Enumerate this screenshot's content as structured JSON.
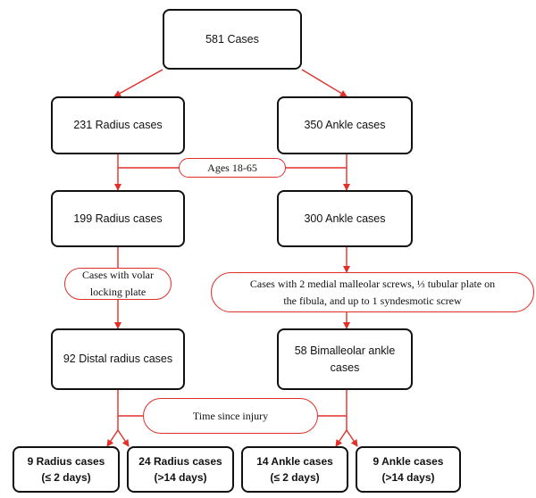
{
  "boxes": {
    "total": "581 Cases",
    "radius": "231 Radius cases",
    "ankle": "350 Ankle cases",
    "radius_age": "199 Radius cases",
    "ankle_age": "300 Ankle cases",
    "distal_radius": "92 Distal radius cases",
    "bimalleolar_line1": "58 Bimalleolar ankle",
    "bimalleolar_line2": "cases",
    "radius_early_line1": "9 Radius cases",
    "radius_early_line2": "(≤ 2 days)",
    "radius_late_line1": "24 Radius cases",
    "radius_late_line2": "(>14 days)",
    "ankle_early_line1": "14 Ankle cases",
    "ankle_early_line2": "(≤ 2 days)",
    "ankle_late_line1": "9 Ankle cases",
    "ankle_late_line2": "(>14 days)"
  },
  "criteria": {
    "ages": "Ages 18-65",
    "volar_line1": "Cases with volar",
    "volar_line2": "locking plate",
    "ankle_line1": "Cases with 2 medial malleolar screws, ⅓ tubular plate on",
    "ankle_line2": "the fibula, and up to 1 syndesmotic screw",
    "time": "Time since injury"
  },
  "colors": {
    "connector": "#e0302a",
    "box_border": "#111111"
  }
}
